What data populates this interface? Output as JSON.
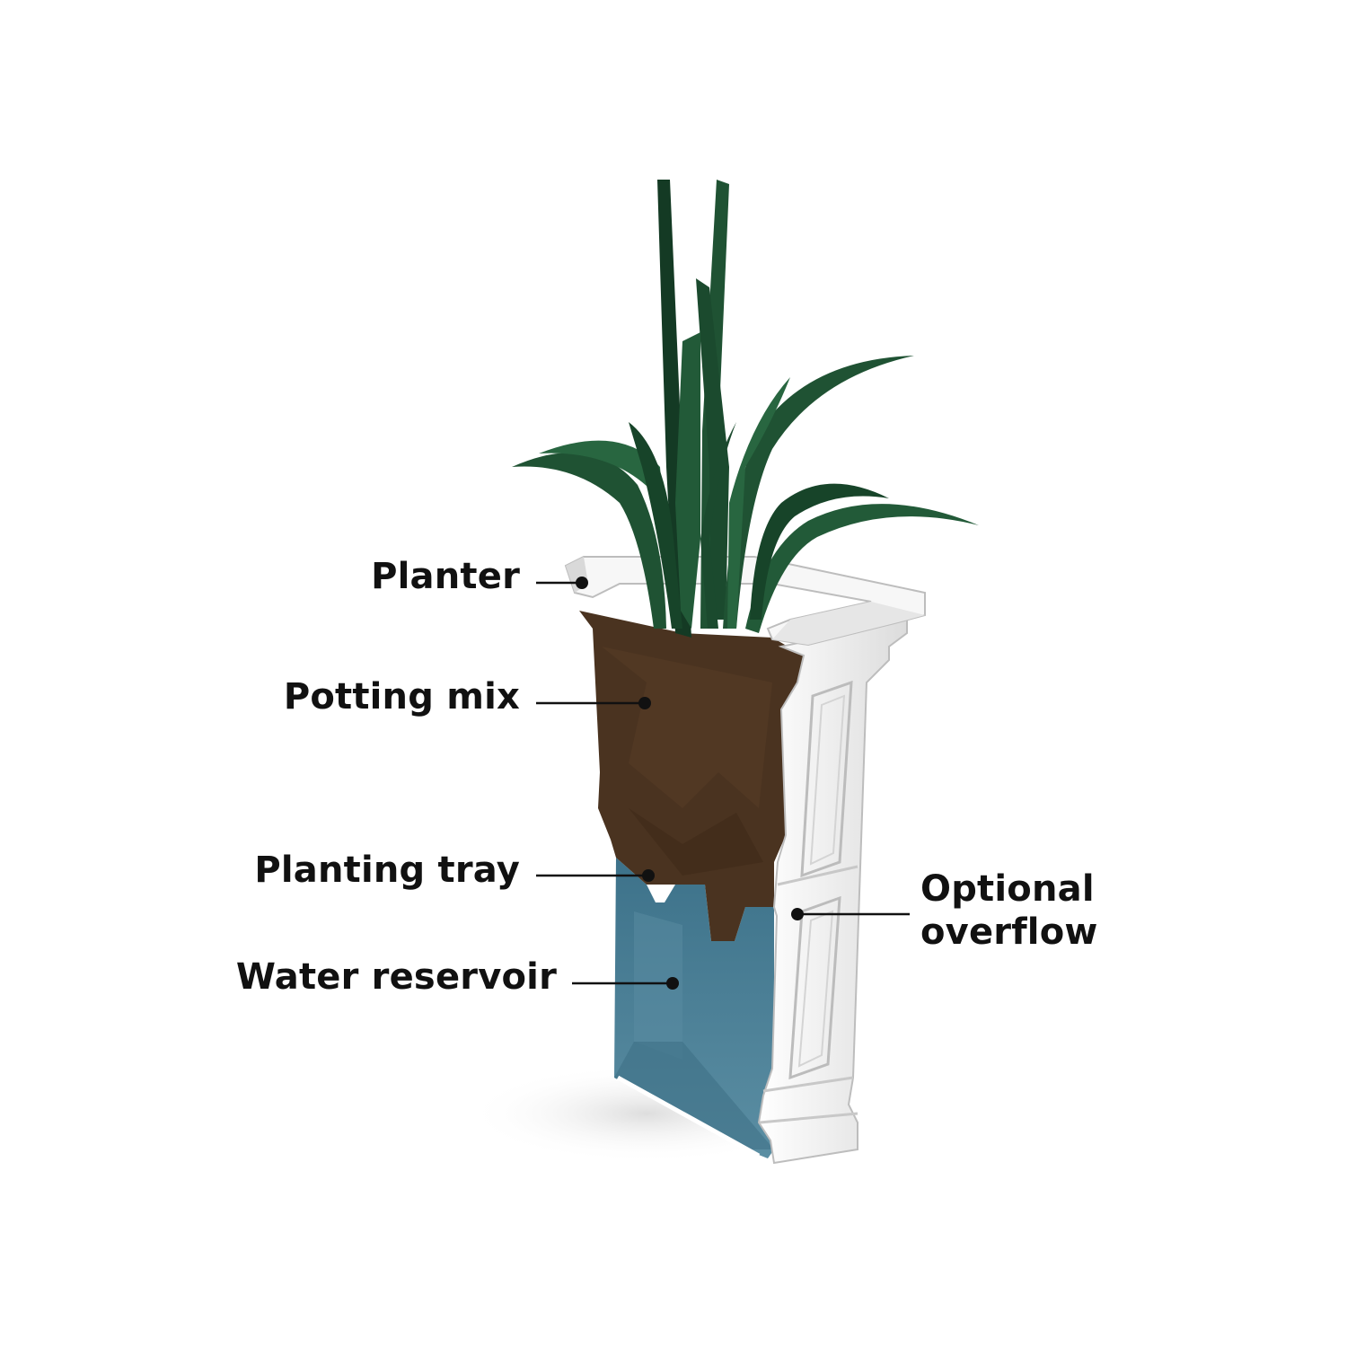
{
  "labels": {
    "planter": "Planter",
    "potting_mix": "Potting mix",
    "planting_tray": "Planting tray",
    "water_reservoir": "Water reservoir",
    "optional_overflow_line1": "Optional",
    "optional_overflow_line2": "overflow"
  },
  "colors": {
    "leaf": "#1f5233",
    "leaf_dark": "#143a24",
    "soil": "#4a3320",
    "water": "#4a7d93",
    "planter_white": "#f2f2f2",
    "planter_shadow": "#c9c9c9",
    "callout": "#111111"
  }
}
